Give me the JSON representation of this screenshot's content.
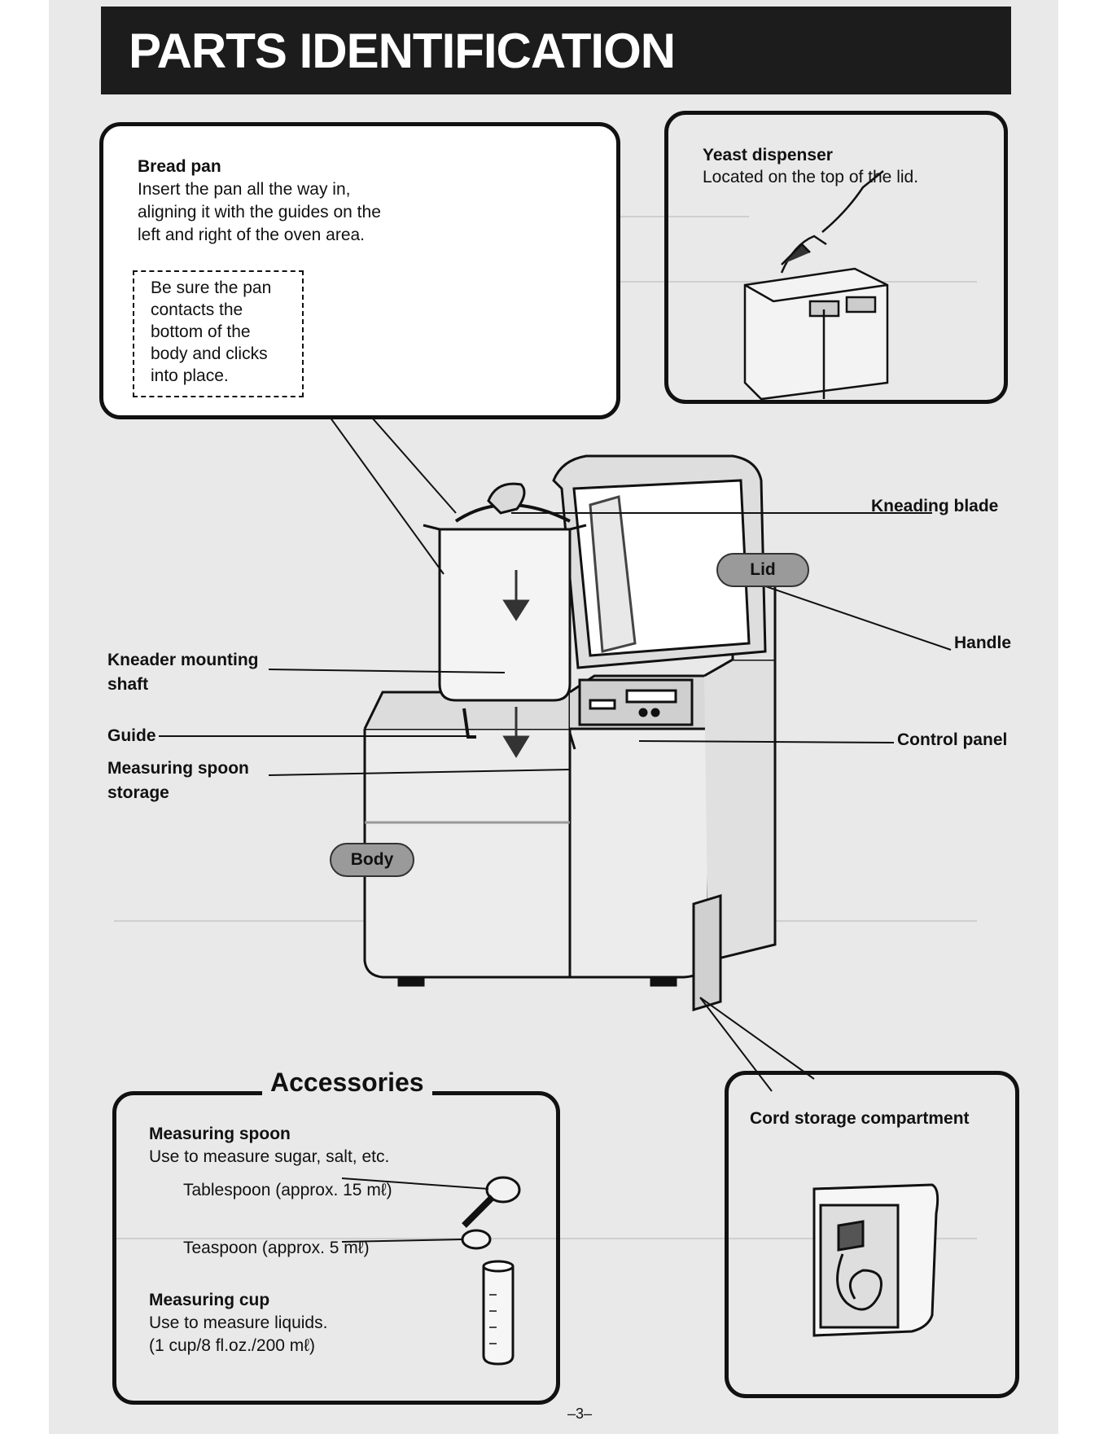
{
  "header": {
    "title": "PARTS IDENTIFICATION"
  },
  "callouts": {
    "bread_pan": {
      "title": "Bread pan",
      "line1": "Insert the pan all the way in,",
      "line2": "aligning it with the guides on the",
      "line3": "left and right of the oven area."
    },
    "pan_note": {
      "line1": "Be sure the pan",
      "line2": "contacts the",
      "line3": "bottom of the",
      "line4": "body and clicks",
      "line5": "into place."
    },
    "yeast_dispenser": {
      "title": "Yeast dispenser",
      "line1": "Located on the top of the lid."
    },
    "cord_storage": {
      "title": "Cord storage compartment"
    }
  },
  "part_labels": {
    "kneading_blade": "Kneading blade",
    "lid": "Lid",
    "handle": "Handle",
    "kneader_shaft_1": "Kneader mounting",
    "kneader_shaft_2": "shaft",
    "guide": "Guide",
    "spoon_storage_1": "Measuring spoon",
    "spoon_storage_2": "storage",
    "control_panel": "Control panel",
    "body": "Body"
  },
  "accessories": {
    "heading": "Accessories",
    "spoon_title": "Measuring spoon",
    "spoon_desc": "Use to measure sugar, salt, etc.",
    "tablespoon": "Tablespoon (approx. 15 mℓ)",
    "teaspoon": "Teaspoon (approx. 5 mℓ)",
    "cup_title": "Measuring cup",
    "cup_desc": "Use to measure liquids.",
    "cup_size": "(1 cup/8 fl.oz./200 mℓ)"
  },
  "footer": {
    "page_number": "–3–"
  },
  "colors": {
    "title_bg": "#1c1c1c",
    "page_bg": "#e9e9e9",
    "pill": "#9a9a9a"
  }
}
